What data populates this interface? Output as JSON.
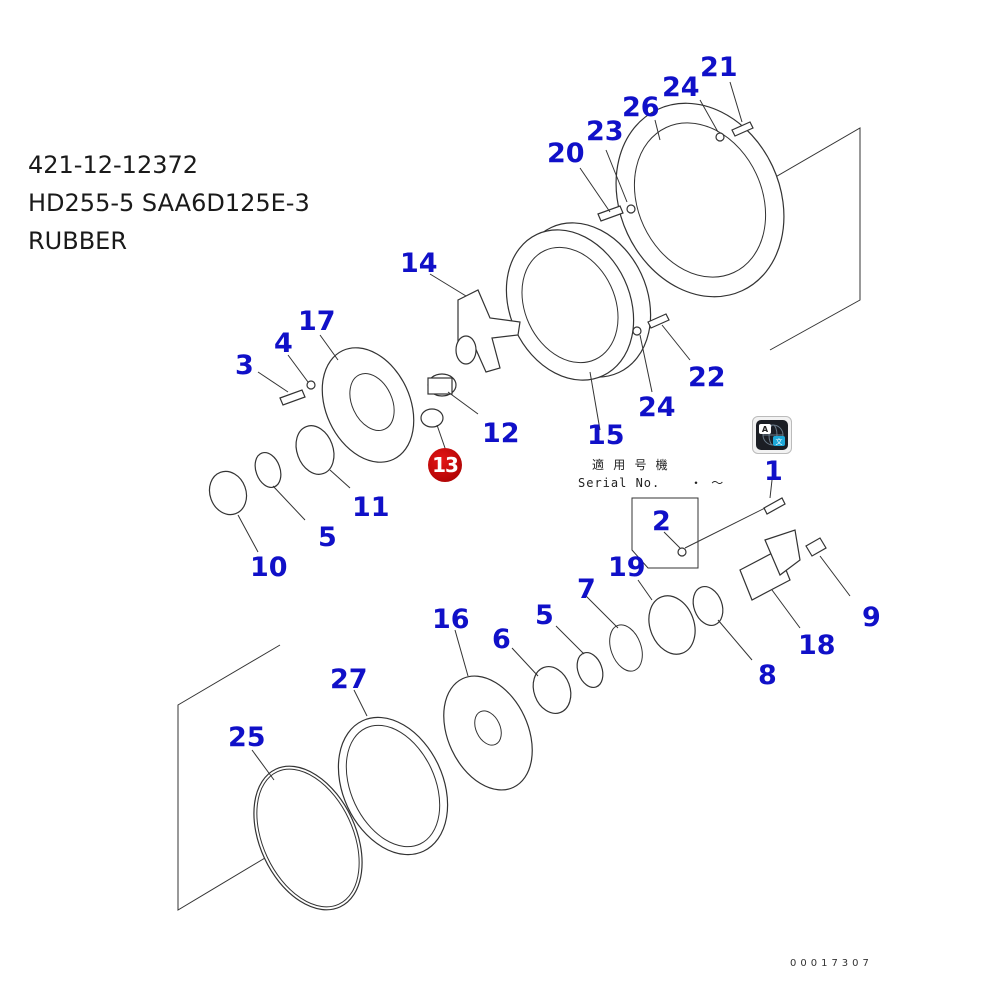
{
  "part_info": {
    "part_number": "421-12-12372",
    "model": "HD255-5 SAA6D125E-3",
    "description": "RUBBER"
  },
  "serial_box": {
    "japanese_label": "適 用 号 機",
    "label": "Serial No.",
    "range": "・ 〜"
  },
  "document_number": "00017307",
  "highlighted_part": "13",
  "callouts": [
    "1",
    "2",
    "3",
    "4",
    "5",
    "5",
    "6",
    "7",
    "8",
    "9",
    "10",
    "11",
    "12",
    "14",
    "15",
    "16",
    "17",
    "18",
    "19",
    "20",
    "21",
    "22",
    "23",
    "24",
    "24",
    "25",
    "26",
    "27"
  ],
  "colors": {
    "callout": "#1010c8",
    "highlight": "#d40000",
    "line": "#333333"
  },
  "icons": {
    "translate": "translate-icon"
  },
  "translate_icon_letters": {
    "a": "A",
    "b": "文"
  }
}
